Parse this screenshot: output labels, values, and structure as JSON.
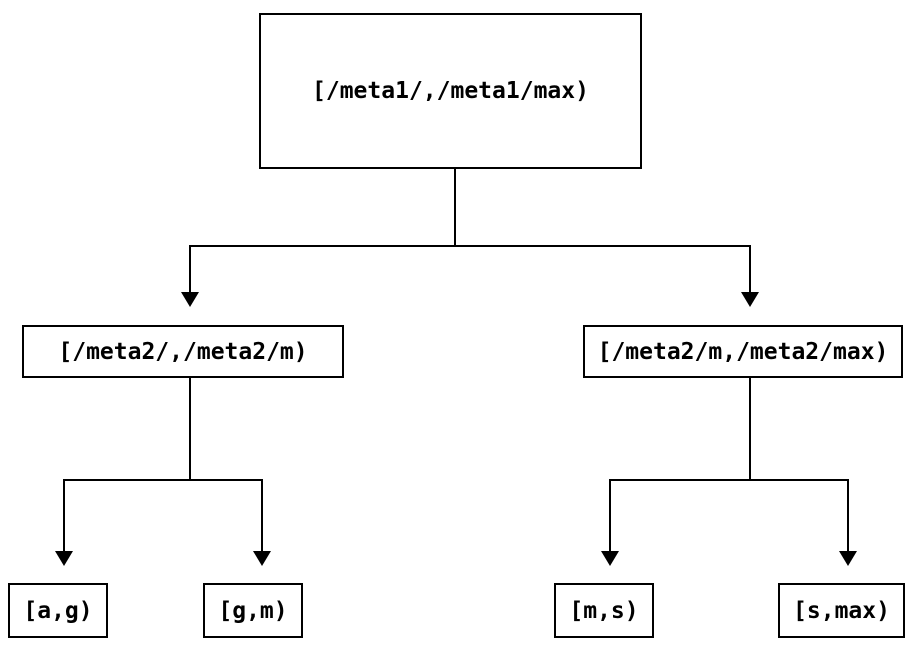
{
  "diagram": {
    "type": "tree",
    "colors": {
      "background": "#ffffff",
      "stroke": "#000000",
      "text": "#000000"
    },
    "nodes": {
      "root": {
        "label": "[/meta1/,/meta1/max)"
      },
      "left_child": {
        "label": "[/meta2/,/meta2/m)"
      },
      "right_child": {
        "label": "[/meta2/m,/meta2/max)"
      },
      "leaf_a_g": {
        "label": "[a,g)"
      },
      "leaf_g_m": {
        "label": "[g,m)"
      },
      "leaf_m_s": {
        "label": "[m,s)"
      },
      "leaf_s_max": {
        "label": "[s,max)"
      }
    },
    "edges": [
      {
        "from": "root",
        "to": "left_child"
      },
      {
        "from": "root",
        "to": "right_child"
      },
      {
        "from": "left_child",
        "to": "leaf_a_g"
      },
      {
        "from": "left_child",
        "to": "leaf_g_m"
      },
      {
        "from": "right_child",
        "to": "leaf_m_s"
      },
      {
        "from": "right_child",
        "to": "leaf_s_max"
      }
    ]
  }
}
